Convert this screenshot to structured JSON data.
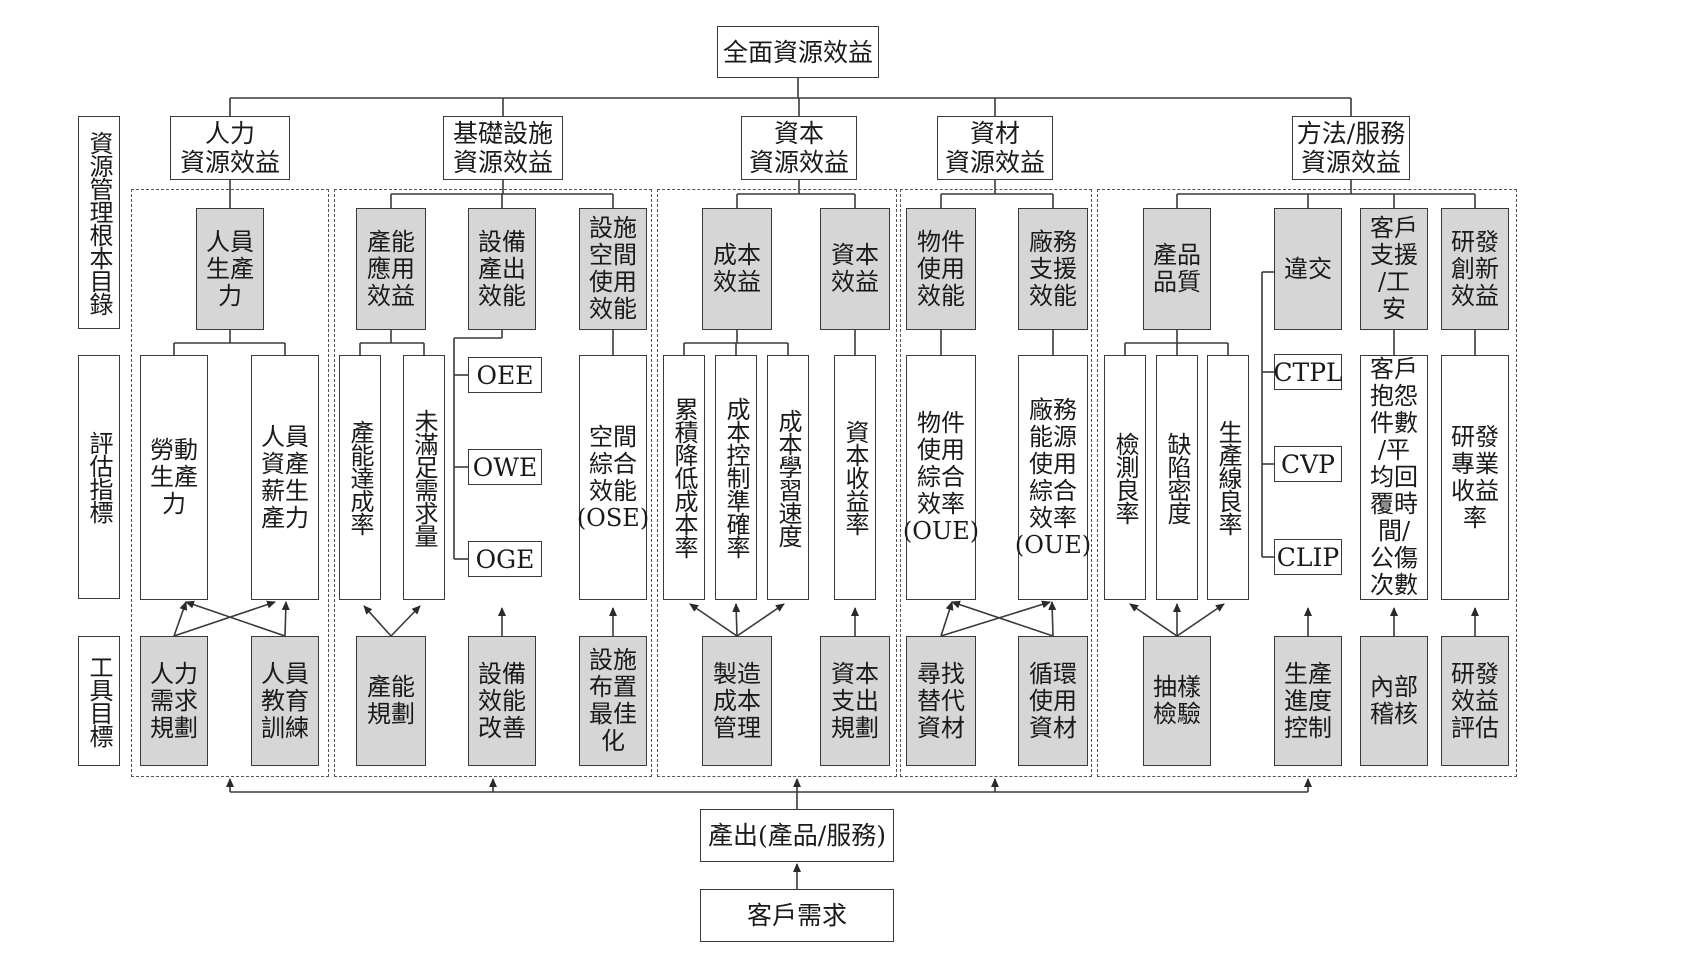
{
  "root": "全面資源效益",
  "side_labels": [
    "資源管理根本目錄",
    "評估指標",
    "工具目標"
  ],
  "categories": [
    "人力\n資源效益",
    "基礎設施\n資源效益",
    "資本\n資源效益",
    "資材\n資源效益",
    "方法/服務\n資源效益"
  ],
  "goals": [
    "人員生產力",
    "產能應用效益",
    "設備產出效能",
    "設施空間使用效能",
    "成本效益",
    "資本效益",
    "物件使用效能",
    "廠務支援效能",
    "產品品質",
    "違交",
    "客戶支援/工安",
    "研發創新效益"
  ],
  "indicators": [
    "勞動生產力",
    "人員資產薪生產力",
    "產能達成率",
    "未滿足需求量",
    "OEE",
    "OWE",
    "OGE",
    "空間綜合效能(OSE)",
    "累積降低成本率",
    "成本控制準確率",
    "成本學習速度",
    "資本收益率",
    "物件使用綜合效率(OUE)",
    "廠務能源使用綜合效率(OUE)",
    "檢測良率",
    "缺陷密度",
    "生產線良率",
    "CTPL",
    "CVP",
    "CLIP",
    "客戶抱怨件數/平均回覆時間/公傷次數",
    "研發專業收益率"
  ],
  "tools": [
    "人力需求規劃",
    "人員教育訓練",
    "產能規劃",
    "設備效能改善",
    "設施布置最佳化",
    "製造成本管理",
    "資本支出規劃",
    "尋找替代資材",
    "循環使用資材",
    "抽樣檢驗",
    "生產進度控制",
    "內部稽核",
    "研發效益評估"
  ],
  "output": "產出(產品/服務)",
  "demand": "客戶需求"
}
